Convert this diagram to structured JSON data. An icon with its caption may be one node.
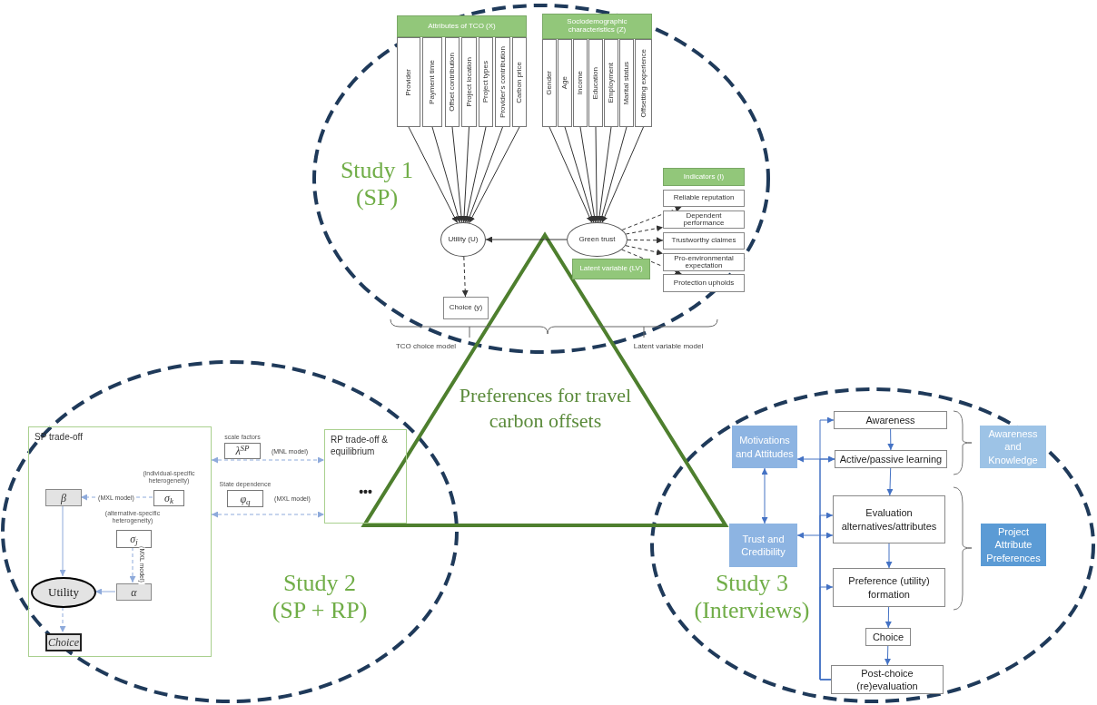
{
  "diagram": {
    "nodes": [
      {
        "text": [
          "Attributes of TCO (X)"
        ]
      },
      {
        "text": [
          "Provider"
        ]
      },
      {
        "text": [
          "Payment time"
        ]
      },
      {
        "text": [
          "Offset contribution"
        ]
      },
      {
        "text": [
          "Project location"
        ]
      },
      {
        "text": [
          "Project types"
        ]
      },
      {
        "text": [
          "Provider's contribution"
        ]
      },
      {
        "text": [
          "Carbon price"
        ]
      },
      {
        "text": [
          "Sociodemographic characteristics (Z)"
        ]
      },
      {
        "text": [
          "Gender"
        ]
      },
      {
        "text": [
          "Age"
        ]
      },
      {
        "text": [
          "Income"
        ]
      },
      {
        "text": [
          "Education"
        ]
      },
      {
        "text": [
          "Employment"
        ]
      },
      {
        "text": [
          "Marital status"
        ]
      },
      {
        "text": [
          "Offsetting experience"
        ]
      },
      {
        "text": [
          "Utility (U)"
        ]
      },
      {
        "text": [
          "Green trust"
        ]
      },
      {
        "text": [
          "Latent variable (LV)"
        ]
      },
      {
        "text": [
          "Indicators (I)"
        ]
      },
      {
        "text": [
          "Reliable reputation"
        ]
      },
      {
        "text": [
          "Dependent performance"
        ]
      },
      {
        "text": [
          "Trustworthy claimes"
        ]
      },
      {
        "text": [
          "Pro-environmental expectation"
        ]
      },
      {
        "text": [
          "Protection upholds"
        ]
      },
      {
        "text": [
          "Choice (y)"
        ]
      },
      {
        "text": [
          "SP trade-off"
        ]
      },
      {
        "text": [
          "β"
        ],
        "in": 26
      },
      {
        "text": [
          "σ$_{k}$"
        ],
        "in": 26,
        "beside": [
          "(individual-specific heterogeneity)"
        ]
      },
      {
        "text": [
          "σ$_{j}$"
        ],
        "in": 26,
        "beside": [
          "(alternative-specific heterogeneity)"
        ]
      },
      {
        "text": [
          "Utility"
        ],
        "in": 26
      },
      {
        "text": [
          "α"
        ],
        "in": 26
      },
      {
        "text": [
          "Choice"
        ],
        "in": 26
      },
      {
        "text": [
          "λ$^{SP}$"
        ],
        "beside": [
          "scale factors"
        ]
      },
      {
        "text": [
          "φ$_{q}$"
        ],
        "beside": [
          "State dependence"
        ]
      },
      {
        "text": [
          "RP trade-off & equilibrium",
          "•••"
        ]
      },
      {
        "text": [
          "Motivations and Attitudes"
        ]
      },
      {
        "text": [
          "Awareness"
        ]
      },
      {
        "text": [
          "Awareness and Knowledge"
        ]
      },
      {
        "text": [
          "Active/passive learning"
        ]
      },
      {
        "text": [
          "Trust and Credibility"
        ]
      },
      {
        "text": [
          "Evaluation alternatives/attributes"
        ]
      },
      {
        "text": [
          "Project Attribute Preferences"
        ]
      },
      {
        "text": [
          "Preference (utility) formation"
        ]
      },
      {
        "text": [
          "Choice"
        ]
      },
      {
        "text": [
          "Post-choice (re)evaluation"
        ]
      }
    ],
    "edges": [
      {
        "from": 1,
        "to": 16,
        "arrow": "to"
      },
      {
        "from": 2,
        "to": 16,
        "arrow": "to"
      },
      {
        "from": 3,
        "to": 16,
        "arrow": "to"
      },
      {
        "from": 4,
        "to": 16,
        "arrow": "to"
      },
      {
        "from": 5,
        "to": 16,
        "arrow": "to"
      },
      {
        "from": 6,
        "to": 16,
        "arrow": "to"
      },
      {
        "from": 7,
        "to": 16,
        "arrow": "to"
      },
      {
        "from": 9,
        "to": 17,
        "arrow": "to"
      },
      {
        "from": 10,
        "to": 17,
        "arrow": "to"
      },
      {
        "from": 11,
        "to": 17,
        "arrow": "to"
      },
      {
        "from": 12,
        "to": 17,
        "arrow": "to"
      },
      {
        "from": 13,
        "to": 17,
        "arrow": "to"
      },
      {
        "from": 14,
        "to": 17,
        "arrow": "to"
      },
      {
        "from": 15,
        "to": 17,
        "arrow": "to"
      },
      {
        "from": 17,
        "to": 16,
        "arrow": "to"
      },
      {
        "from": 16,
        "to": 25,
        "arrow": "to",
        "style": "dashed"
      },
      {
        "from": 17,
        "to": 20,
        "arrow": "to",
        "style": "dashed"
      },
      {
        "from": 17,
        "to": 21,
        "arrow": "to",
        "style": "dashed"
      },
      {
        "from": 17,
        "to": 22,
        "arrow": "to",
        "style": "dashed"
      },
      {
        "from": 17,
        "to": 23,
        "arrow": "to",
        "style": "dashed"
      },
      {
        "from": 17,
        "to": 24,
        "arrow": "to",
        "style": "dashed"
      },
      {
        "from": 28,
        "to": 27,
        "arrow": "to",
        "label": "(MXL model)",
        "style": "dashed",
        "color": "#8eaadb"
      },
      {
        "from": 27,
        "to": 30,
        "arrow": "to",
        "color": "#8eaadb"
      },
      {
        "from": 29,
        "to": 31,
        "arrow": "to",
        "label": "(MXL model)",
        "style": "dashed",
        "color": "#8eaadb"
      },
      {
        "from": 31,
        "to": 30,
        "arrow": "to",
        "color": "#8eaadb"
      },
      {
        "from": 30,
        "to": 32,
        "arrow": "to",
        "style": "dashed",
        "color": "#8eaadb"
      },
      {
        "from": 26,
        "to": 35,
        "arrow": "both",
        "style": "dashed",
        "color": "#8eaadb"
      },
      {
        "from": 26,
        "to": 35,
        "arrow": "both",
        "style": "dashed",
        "color": "#8eaadb"
      },
      {
        "from": 36,
        "to": 40,
        "arrow": "both",
        "color": "#4472c4"
      },
      {
        "from": 36,
        "to": 39,
        "arrow": "both",
        "color": "#4472c4"
      },
      {
        "from": 40,
        "to": 41,
        "arrow": "both",
        "color": "#4472c4"
      },
      {
        "from": 45,
        "to": 37,
        "arrow": "to",
        "color": "#4472c4"
      },
      {
        "from": 45,
        "to": 39,
        "arrow": "to",
        "color": "#4472c4"
      },
      {
        "from": 45,
        "to": 41,
        "arrow": "to",
        "color": "#4472c4"
      },
      {
        "from": 45,
        "to": 43,
        "arrow": "to",
        "color": "#4472c4"
      },
      {
        "from": 37,
        "to": 39,
        "arrow": "to",
        "color": "#4472c4"
      },
      {
        "from": 39,
        "to": 41,
        "arrow": "to",
        "color": "#4472c4"
      },
      {
        "from": 41,
        "to": 43,
        "arrow": "to",
        "color": "#4472c4"
      },
      {
        "from": 43,
        "to": 44,
        "arrow": "to",
        "color": "#4472c4"
      },
      {
        "from": 44,
        "to": 45,
        "arrow": "to",
        "color": "#4472c4"
      }
    ],
    "labels": [
      "Study 1 (SP)",
      "TCO choice model",
      "Latent variable model",
      "Preferences for travel carbon offsets",
      "(MNL model)",
      "(MXL model)",
      "Study 2 (SP + RP)",
      "Study 3 (Interviews)"
    ]
  }
}
